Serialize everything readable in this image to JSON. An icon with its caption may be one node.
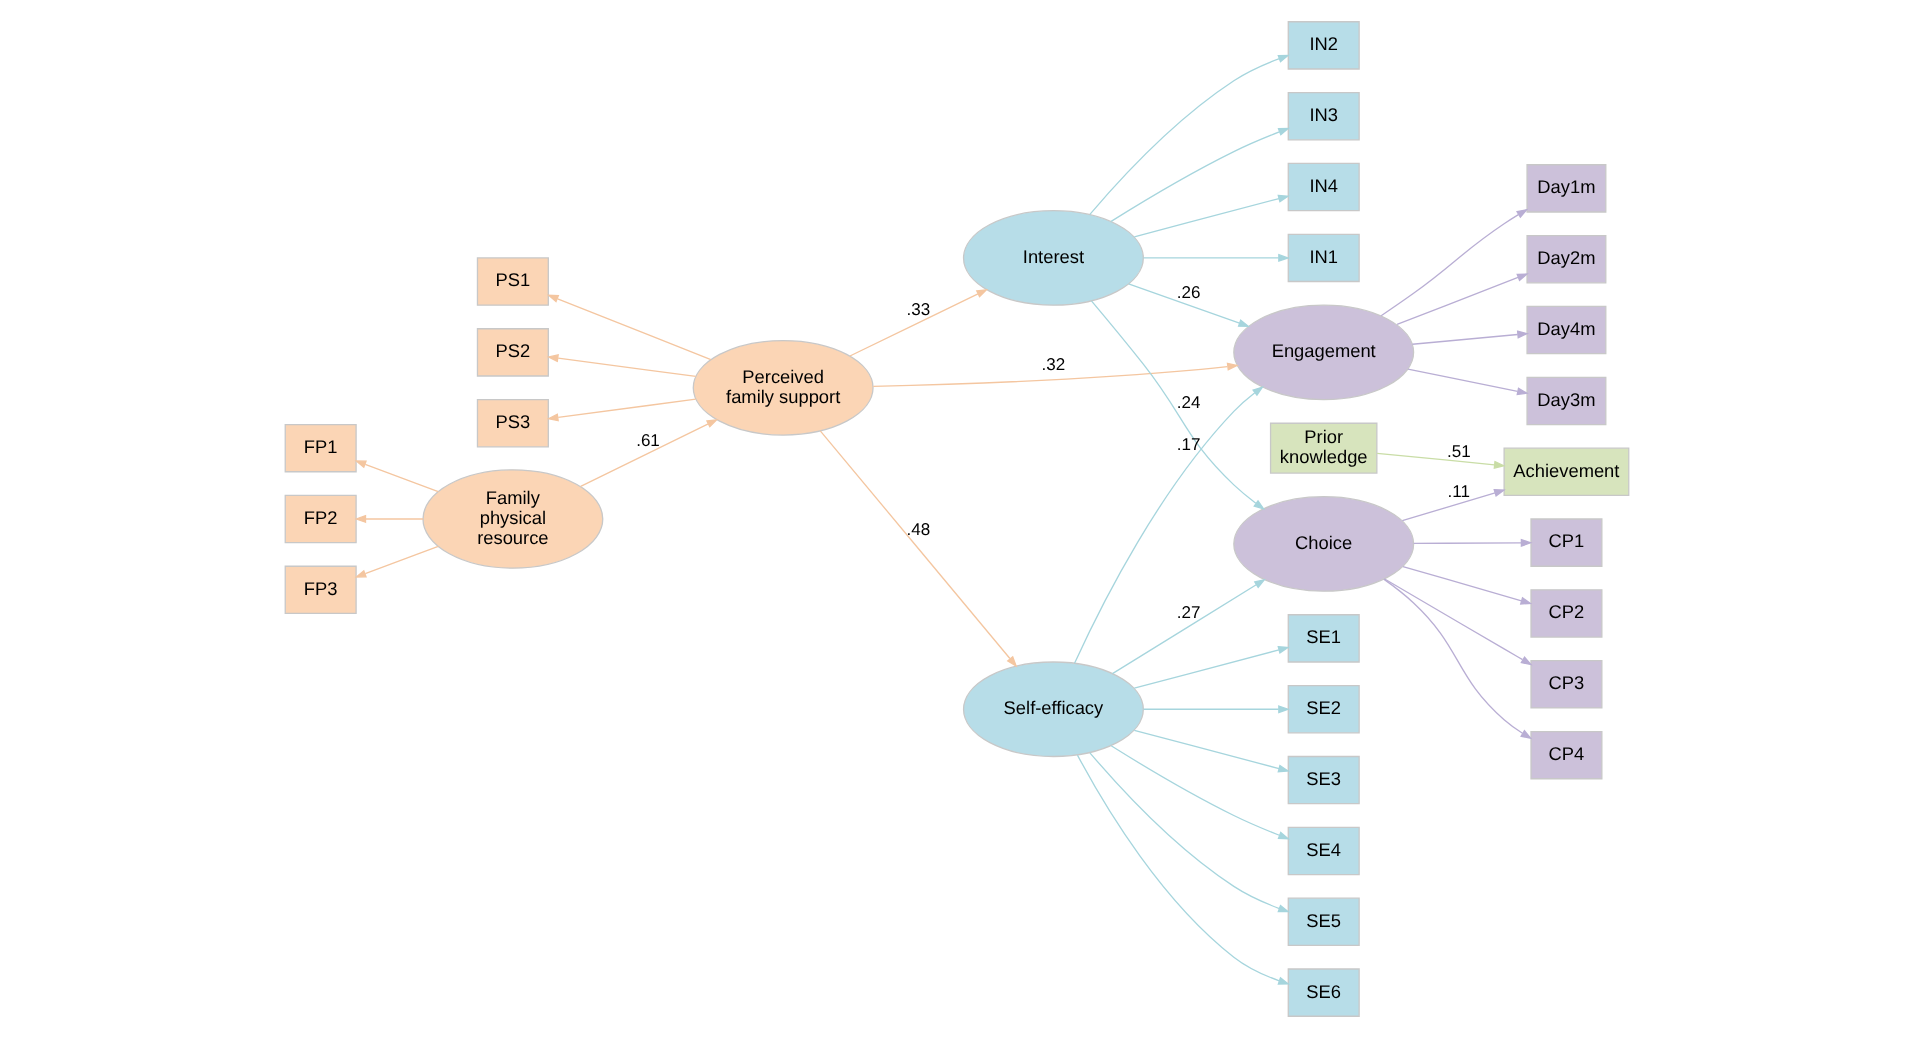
{
  "diagram": {
    "nodes": [
      {
        "text": [
          "IN1"
        ]
      },
      {
        "text": [
          "IN2"
        ]
      },
      {
        "text": [
          "IN3"
        ]
      },
      {
        "text": [
          "IN4"
        ]
      },
      {
        "text": [
          "CP1"
        ]
      },
      {
        "text": [
          "PS1"
        ]
      },
      {
        "text": [
          "Perceived family support"
        ]
      },
      {
        "text": [
          "Interest"
        ]
      },
      {
        "text": [
          "Choice"
        ]
      },
      {
        "text": [
          "CP2"
        ]
      },
      {
        "text": [
          "PS2"
        ]
      },
      {
        "text": [
          "CP3"
        ]
      },
      {
        "text": [
          "PS3"
        ]
      },
      {
        "text": [
          "CP4"
        ]
      },
      {
        "text": [
          "Achievement"
        ]
      },
      {
        "text": [
          "Prior knowledge"
        ]
      },
      {
        "text": [
          "FP1"
        ]
      },
      {
        "text": [
          "Family physical resource"
        ]
      },
      {
        "text": [
          "FP2"
        ]
      },
      {
        "text": [
          "Self-efficacy"
        ]
      },
      {
        "text": [
          "Engagement"
        ]
      },
      {
        "text": [
          "FP3"
        ]
      },
      {
        "text": [
          "Day1m"
        ]
      },
      {
        "text": [
          "Day2m"
        ]
      },
      {
        "text": [
          "SE1"
        ]
      },
      {
        "text": [
          "SE2"
        ]
      },
      {
        "text": [
          "SE3"
        ]
      },
      {
        "text": [
          "SE4"
        ]
      },
      {
        "text": [
          "SE5"
        ]
      },
      {
        "text": [
          "SE6"
        ]
      },
      {
        "text": [
          "Day4m"
        ]
      },
      {
        "text": [
          "Day3m"
        ]
      }
    ],
    "edges": [
      {
        "from": 6,
        "to": 5,
        "arrow": "to",
        "color": "#f4c6a0"
      },
      {
        "from": 6,
        "to": 10,
        "arrow": "to",
        "color": "#f4c6a0"
      },
      {
        "from": 6,
        "to": 12,
        "arrow": "to",
        "color": "#f4c6a0"
      },
      {
        "from": 17,
        "to": 16,
        "arrow": "to",
        "color": "#f4c6a0"
      },
      {
        "from": 17,
        "to": 18,
        "arrow": "to",
        "color": "#f4c6a0"
      },
      {
        "from": 17,
        "to": 21,
        "arrow": "to",
        "color": "#f4c6a0"
      },
      {
        "from": 17,
        "to": 6,
        "arrow": "to",
        "label": ".61",
        "color": "#f4c6a0"
      },
      {
        "from": 7,
        "to": 0,
        "arrow": "to"
      },
      {
        "from": 7,
        "to": 1,
        "arrow": "to"
      },
      {
        "from": 7,
        "to": 2,
        "arrow": "to"
      },
      {
        "from": 7,
        "to": 3,
        "arrow": "to"
      },
      {
        "from": 6,
        "to": 7,
        "arrow": "to",
        "label": ".33",
        "color": "#f4c6a0"
      },
      {
        "from": 6,
        "to": 19,
        "arrow": "to",
        "label": ".48",
        "color": "#f4c6a0"
      },
      {
        "from": 6,
        "to": 20,
        "arrow": "to",
        "label": ".32",
        "color": "#f4c6a0"
      },
      {
        "from": 7,
        "to": 8,
        "arrow": "to",
        "label": ".24"
      },
      {
        "from": 19,
        "to": 8,
        "arrow": "to",
        "label": ".27"
      },
      {
        "from": 7,
        "to": 20,
        "arrow": "to",
        "label": ".26"
      },
      {
        "from": 19,
        "to": 20,
        "arrow": "to",
        "label": ".17"
      },
      {
        "from": 8,
        "to": 14,
        "arrow": "to",
        "label": ".11",
        "color": "#b9aed4"
      },
      {
        "from": 15,
        "to": 14,
        "arrow": "to",
        "label": ".51",
        "color": "#c9dda6"
      },
      {
        "from": 8,
        "to": 4,
        "arrow": "to",
        "color": "#b9aed4"
      },
      {
        "from": 8,
        "to": 9,
        "arrow": "to",
        "color": "#b9aed4"
      },
      {
        "from": 8,
        "to": 11,
        "arrow": "to",
        "color": "#b9aed4"
      },
      {
        "from": 8,
        "to": 13,
        "arrow": "to",
        "color": "#b9aed4"
      },
      {
        "from": 19,
        "to": 24,
        "arrow": "to"
      },
      {
        "from": 19,
        "to": 25,
        "arrow": "to"
      },
      {
        "from": 19,
        "to": 26,
        "arrow": "to"
      },
      {
        "from": 19,
        "to": 27,
        "arrow": "to"
      },
      {
        "from": 19,
        "to": 28,
        "arrow": "to"
      },
      {
        "from": 19,
        "to": 29,
        "arrow": "to"
      },
      {
        "from": 20,
        "to": 22,
        "arrow": "to",
        "color": "#b9aed4"
      },
      {
        "from": 20,
        "to": 23,
        "arrow": "to",
        "color": "#b9aed4"
      },
      {
        "from": 20,
        "to": 30,
        "arrow": "to",
        "color": "#b9aed4"
      },
      {
        "from": 20,
        "to": 31,
        "arrow": "to",
        "color": "#b9aed4"
      }
    ]
  }
}
